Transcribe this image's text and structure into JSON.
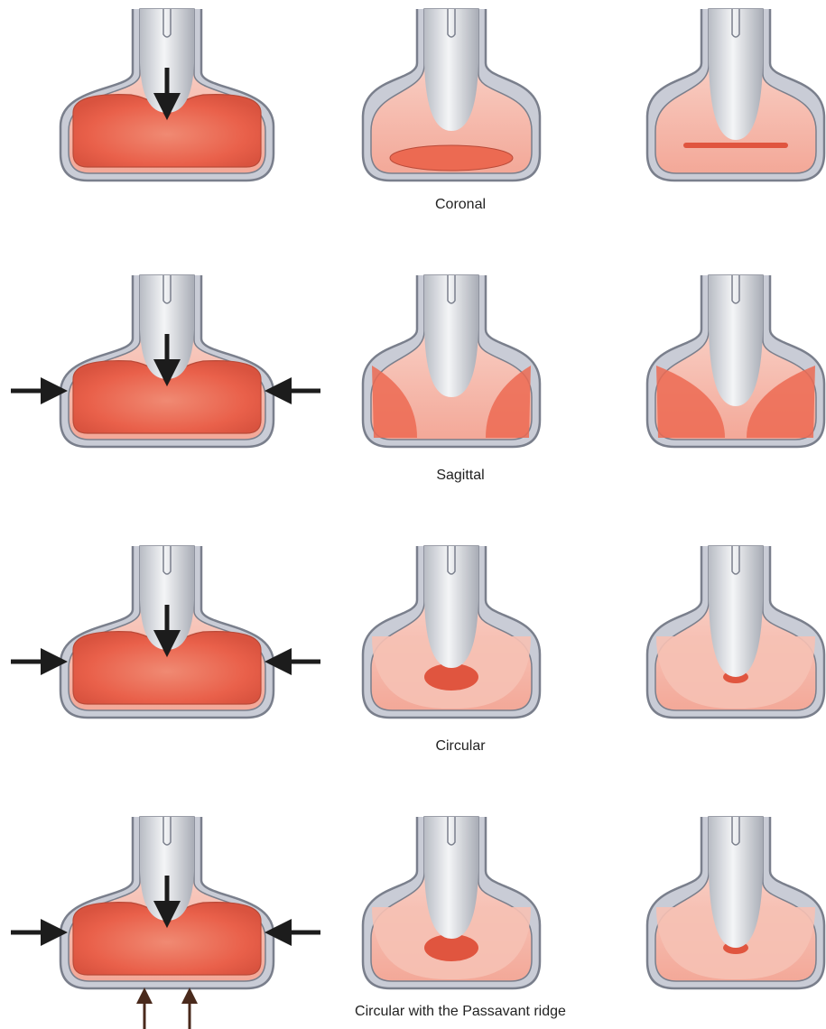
{
  "figure": {
    "rows": [
      {
        "id": "coronal",
        "caption": "Coronal",
        "side_arrows": false,
        "bottom_arrows": false,
        "stages": [
          "rest",
          "partial",
          "closed"
        ]
      },
      {
        "id": "sagittal",
        "caption": "Sagittal",
        "side_arrows": true,
        "bottom_arrows": false,
        "stages": [
          "rest",
          "partial",
          "closed"
        ]
      },
      {
        "id": "circular",
        "caption": "Circular",
        "side_arrows": true,
        "bottom_arrows": false,
        "stages": [
          "rest",
          "partial",
          "closed"
        ]
      },
      {
        "id": "circular-passavant",
        "caption": "Circular with the Passavant ridge",
        "side_arrows": true,
        "bottom_arrows": true,
        "stages": [
          "rest",
          "partial",
          "closed"
        ]
      }
    ],
    "colors": {
      "wall": "#c9ccd6",
      "wall_outline": "#7a7f8c",
      "muscle": "#ec6a52",
      "muscle_light": "#f6c1b4",
      "velum": "#d7dadf",
      "arrow": "#1c1c1c",
      "arrow_brown": "#4a2a1c"
    }
  }
}
